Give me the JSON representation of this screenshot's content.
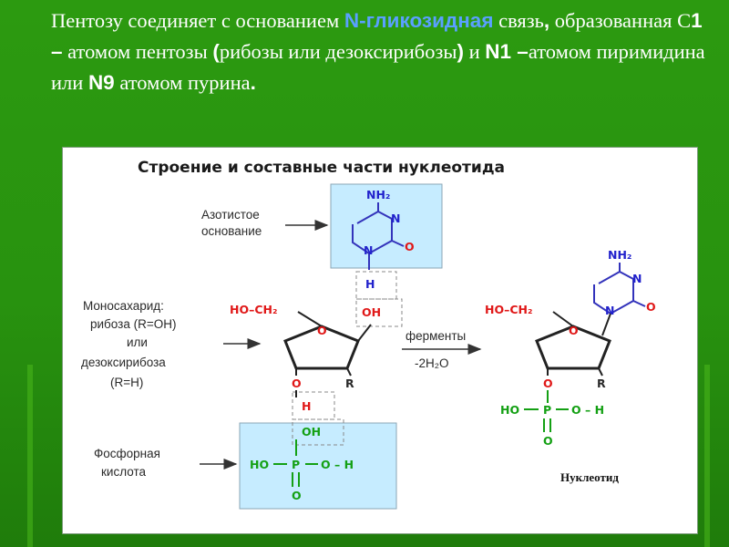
{
  "intro": {
    "t1": "Пентозу соединяет с основанием ",
    "t2": "N-гликозидная",
    "t3": " связь",
    "t4": ",",
    "t5": " образованная С",
    "t6": "1 –",
    "t7": " атомом пентозы ",
    "t8": "(",
    "t9": "рибозы или дезоксирибозы",
    "t10": ")",
    "t11": " и ",
    "t12": "N1 –",
    "t13": "атомом пиримидина или ",
    "t14": "N9",
    "t15": " атомом пурина",
    "t16": "."
  },
  "diagram": {
    "title": "Строение и составные части нуклеотида",
    "labels": {
      "base_l1": "Азотистое",
      "base_l2": "основание",
      "sugar_l1": "Моносахарид:",
      "sugar_l2": "рибоза (R=OH)",
      "sugar_l3": "или",
      "sugar_l4": "дезоксирибоза",
      "sugar_l5": "(R=H)",
      "phos_l1": "Фосфорная",
      "phos_l2": "кислота",
      "enzymes": "ферменты",
      "water": "-2H₂O",
      "result": "Нуклеотид"
    },
    "chem": {
      "nh2": "NH₂",
      "n": "N",
      "o": "O",
      "h": "H",
      "oh": "OH",
      "ho_ch2": "HO–CH₂",
      "r": "R",
      "ho_p_oh": "HO – P – O – H",
      "ho": "HO",
      "p": "P",
      "oh_right": "O – H",
      "ho_dash": "HO –"
    }
  },
  "colors": {
    "background": "#2c9a10",
    "highlight_text": "#5aa0ff",
    "panel": "#ffffff",
    "highlight_box": "#c6ecff",
    "red": "#e01818",
    "green": "#14a014",
    "blue": "#2222cc"
  }
}
